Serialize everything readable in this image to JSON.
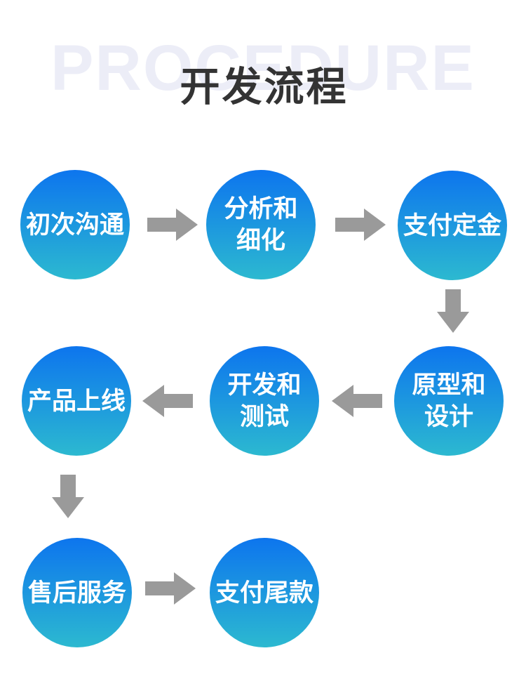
{
  "header": {
    "watermark": "PROCEDURE",
    "title": "开发流程"
  },
  "colors": {
    "background": "#ffffff",
    "watermark": "#ecedf7",
    "title": "#333333",
    "circle_top": "#0d75ee",
    "circle_bottom": "#2cb9d0",
    "node_text": "#ffffff",
    "arrow": "#9a9a9a"
  },
  "flow": {
    "nodes": [
      {
        "id": "initial-communication",
        "lines": [
          "初次沟通"
        ]
      },
      {
        "id": "analysis-and-refinement",
        "lines": [
          "分析和",
          "细化"
        ]
      },
      {
        "id": "pay-deposit",
        "lines": [
          "支付定金"
        ]
      },
      {
        "id": "prototype-and-design",
        "lines": [
          "原型和",
          "设计"
        ]
      },
      {
        "id": "development-and-testing",
        "lines": [
          "开发和",
          "测试"
        ]
      },
      {
        "id": "product-launch",
        "lines": [
          "产品上线"
        ]
      },
      {
        "id": "after-sales-service",
        "lines": [
          "售后服务"
        ]
      },
      {
        "id": "pay-final-payment",
        "lines": [
          "支付尾款"
        ]
      }
    ],
    "arrows": [
      {
        "from": "initial-communication",
        "to": "analysis-and-refinement",
        "direction": "right"
      },
      {
        "from": "analysis-and-refinement",
        "to": "pay-deposit",
        "direction": "right"
      },
      {
        "from": "pay-deposit",
        "to": "prototype-and-design",
        "direction": "down"
      },
      {
        "from": "prototype-and-design",
        "to": "development-and-testing",
        "direction": "left"
      },
      {
        "from": "development-and-testing",
        "to": "product-launch",
        "direction": "left"
      },
      {
        "from": "product-launch",
        "to": "after-sales-service",
        "direction": "down"
      },
      {
        "from": "after-sales-service",
        "to": "pay-final-payment",
        "direction": "right"
      }
    ]
  }
}
